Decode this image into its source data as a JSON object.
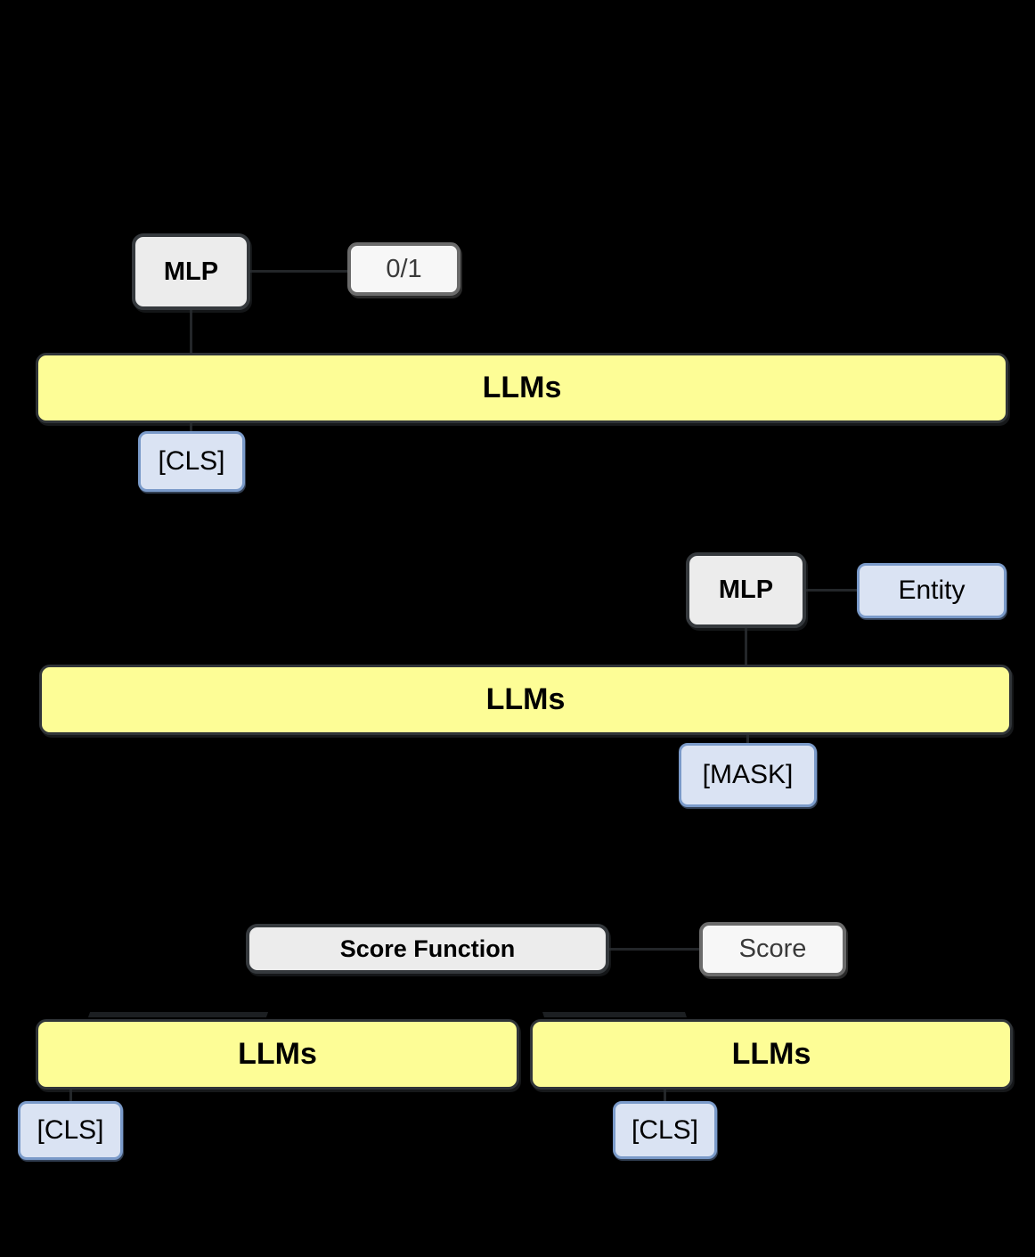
{
  "diagram": {
    "background_color": "#000000",
    "palette": {
      "llm_fill": "#fdfd96",
      "llm_border": "#303438",
      "process_fill": "#ececec",
      "process_border": "#35393d",
      "output_fill": "#f7f7f7",
      "output_border": "#6b6b6b",
      "token_fill": "#dae3f3",
      "token_border": "#7a9ac9"
    },
    "sections": [
      {
        "id": "section-classification",
        "nodes": {
          "mlp": "MLP",
          "output": "0/1",
          "model": "LLMs",
          "token": "[CLS]"
        }
      },
      {
        "id": "section-entity-prediction",
        "nodes": {
          "mlp": "MLP",
          "output": "Entity",
          "model": "LLMs",
          "token": "[MASK]"
        }
      },
      {
        "id": "section-scoring",
        "nodes": {
          "score_function": "Score Function",
          "output": "Score",
          "model_left": "LLMs",
          "model_right": "LLMs",
          "token_left": "[CLS]",
          "token_right": "[CLS]"
        }
      }
    ]
  }
}
